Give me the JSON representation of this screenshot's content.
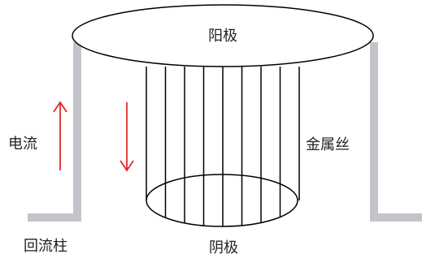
{
  "labels": {
    "anode": "阳极",
    "cathode": "阴极",
    "current": "电流",
    "wire": "金属丝",
    "return_column": "回流柱"
  },
  "colors": {
    "return_column": "#c3c3c9",
    "arrow": "#e02a2a",
    "outline": "#000000",
    "text": "#222222"
  },
  "wire_count": 9
}
